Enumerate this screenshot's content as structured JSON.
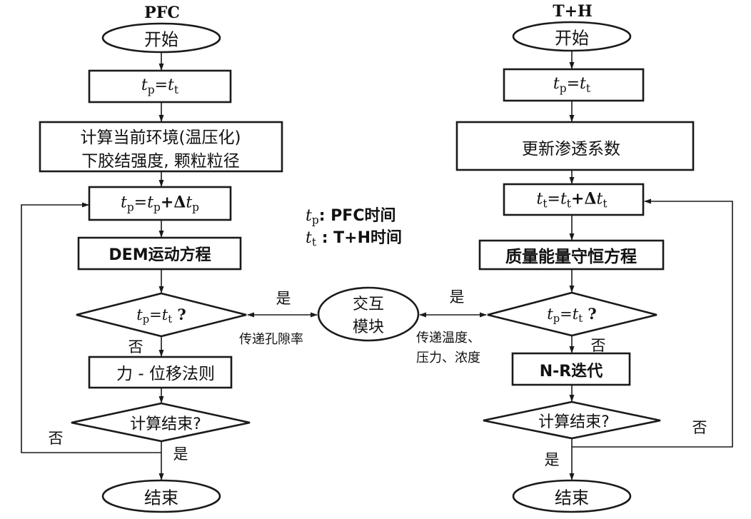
{
  "diagram": {
    "legend": {
      "tp_symbol": "t",
      "tp_sub": "p",
      "tp_desc": ": PFC时间",
      "tt_symbol": "t",
      "tt_sub": "t",
      "tt_desc": " : T+H时间"
    },
    "interaction": {
      "label_line1": "交互",
      "label_line2": "模块",
      "left_yes": "是",
      "left_transfer": "传递孔隙率",
      "right_yes": "是",
      "right_transfer_line1": "传递温度、",
      "right_transfer_line2": "压力、浓度"
    },
    "pfc": {
      "title": "PFC",
      "start": "开始",
      "init": {
        "a": "t",
        "a_sub": "p",
        "eq": "=",
        "b": "t",
        "b_sub": "t"
      },
      "compute_line1": "计算当前环境(温压化)",
      "compute_line2": "下胶结强度, 颗粒粒径",
      "step": {
        "a": "t",
        "a_sub": "p",
        "eq": "=",
        "b": "t",
        "b_sub": "p",
        "plus": "+Δ",
        "c": "t",
        "c_sub": "p"
      },
      "dem": "DEM运动方程",
      "check": {
        "a": "t",
        "a_sub": "p",
        "eq": "=",
        "b": "t",
        "b_sub": "t",
        "q": " ?"
      },
      "check_no": "否",
      "force": "力 - 位移法则",
      "end_check": "计算结束?",
      "end_no": "否",
      "end_yes": "是",
      "end": "结束"
    },
    "th": {
      "title": "T+H",
      "start": "开始",
      "init": {
        "a": "t",
        "a_sub": "p",
        "eq": "=",
        "b": "t",
        "b_sub": "t"
      },
      "update": "更新渗透系数",
      "step": {
        "a": "t",
        "a_sub": "t",
        "eq": "=",
        "b": "t",
        "b_sub": "t",
        "plus": "+Δ",
        "c": "t",
        "c_sub": "t"
      },
      "conservation": "质量能量守恒方程",
      "check": {
        "a": "t",
        "a_sub": "p",
        "eq": "=",
        "b": "t",
        "b_sub": "t",
        "q": " ?"
      },
      "check_no": "否",
      "nr": "N-R迭代",
      "end_check": "计算结束?",
      "end_no": "否",
      "end_yes": "是",
      "end": "结束"
    }
  }
}
